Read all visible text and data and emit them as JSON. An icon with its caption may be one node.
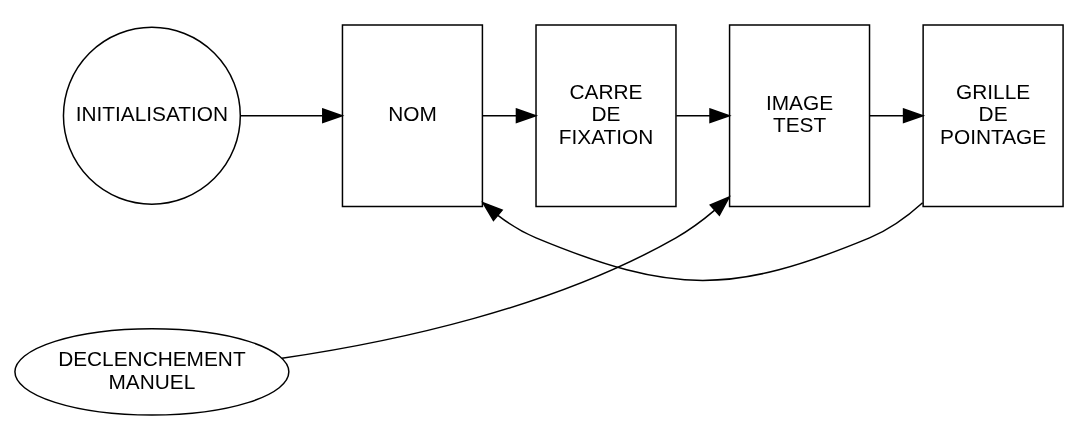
{
  "diagram": {
    "nodes": [
      {
        "text": [
          "INITIALISATION"
        ]
      },
      {
        "text": [
          "NOM"
        ]
      },
      {
        "text": [
          "CARRE DE FIXATION"
        ]
      },
      {
        "text": [
          "IMAGE TEST"
        ]
      },
      {
        "text": [
          "GRILLE DE POINTAGE"
        ]
      },
      {
        "text": [
          "DECLENCHEMENT MANUEL"
        ]
      }
    ],
    "edges": [
      {
        "from": 0,
        "to": 1,
        "arrow": "to"
      },
      {
        "from": 1,
        "to": 2,
        "arrow": "to"
      },
      {
        "from": 2,
        "to": 3,
        "arrow": "to"
      },
      {
        "from": 3,
        "to": 4,
        "arrow": "to"
      },
      {
        "from": 4,
        "to": 1,
        "arrow": "to"
      },
      {
        "from": 5,
        "to": 3,
        "arrow": "to"
      }
    ]
  }
}
